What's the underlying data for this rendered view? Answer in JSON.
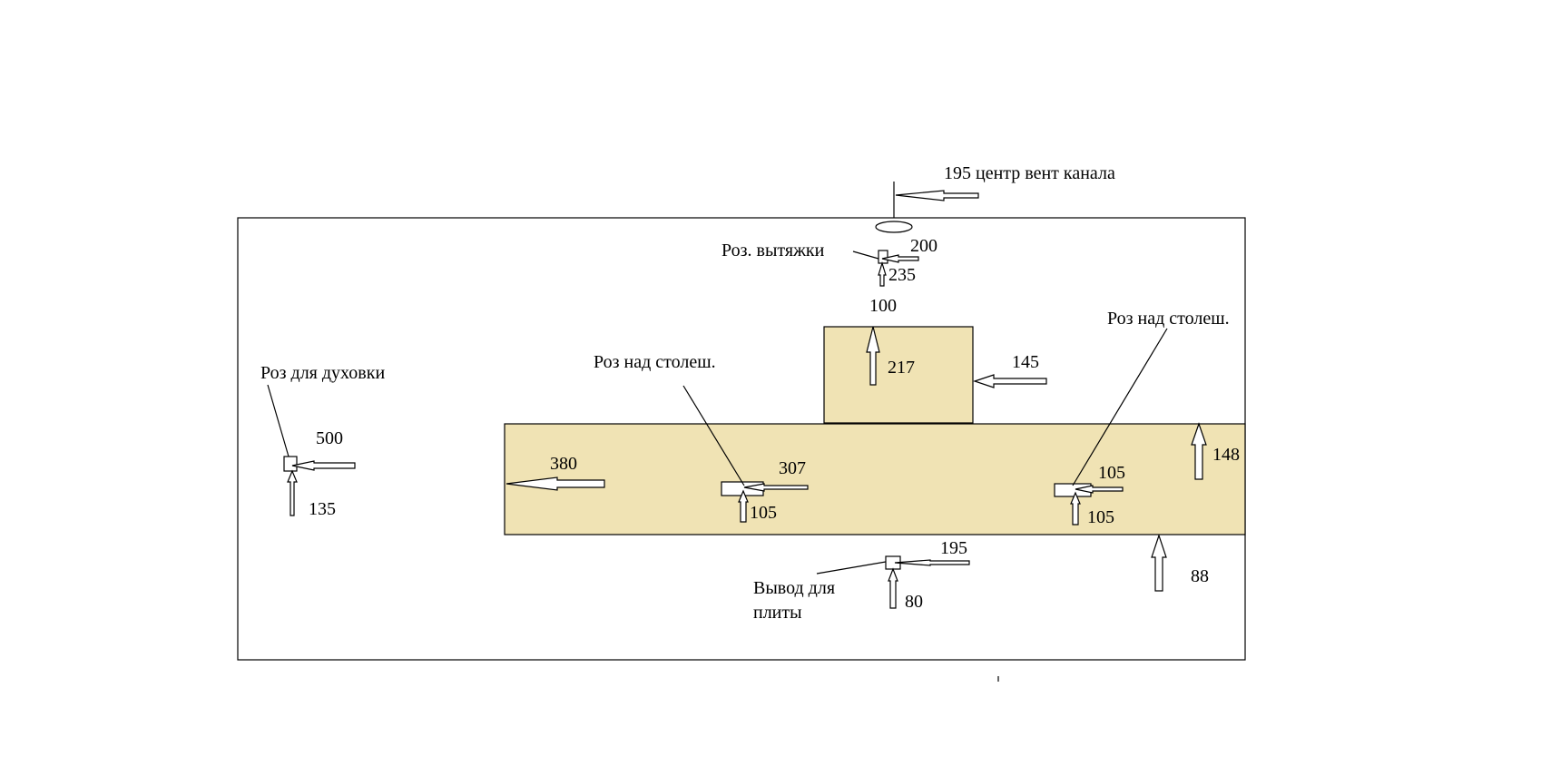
{
  "colors": {
    "background": "#ffffff",
    "wall_outline": "#000000",
    "furniture_fill": "#f0e3b4",
    "ink": "#000000"
  },
  "diagram": {
    "labels": {
      "vent_center": "195 центр вент канала",
      "hood_socket": "Роз. вытяжки",
      "hood_dim_horizontal": "200",
      "hood_dim_vertical": "235",
      "hood_block_bottom": "100",
      "hood_block_height": "217",
      "hood_block_side": "145",
      "oven_socket": "Роз для духовки",
      "oven_dim_horizontal": "500",
      "oven_dim_vertical": "135",
      "countertop_socket_left": "Роз над столеш.",
      "countertop_socket_right": "Роз над столеш.",
      "counter_left_offset": "380",
      "socket_left_horizontal": "307",
      "socket_left_vertical": "105",
      "socket_right_horizontal": "105",
      "socket_right_vertical": "105",
      "counter_top_edge": "148",
      "stove_output_line1": "Вывод для",
      "stove_output_line2": "плиты",
      "stove_dim_horizontal": "195",
      "stove_dim_vertical": "80",
      "counter_bottom_edge": "88"
    }
  }
}
